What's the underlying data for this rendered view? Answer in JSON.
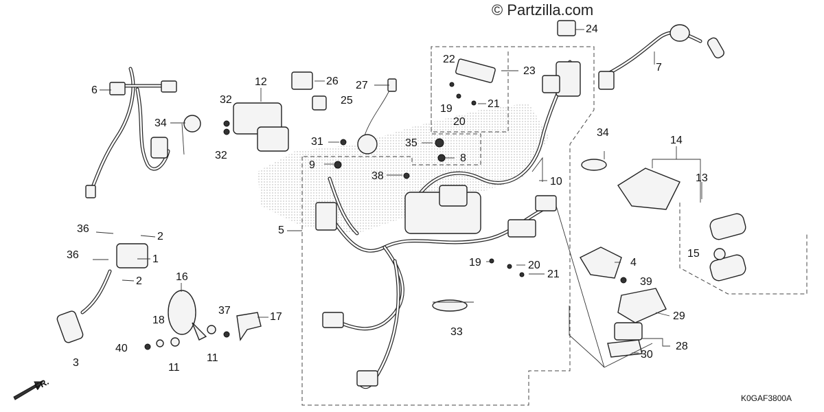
{
  "watermark": "© Partzilla.com",
  "diagram_code": "K0GAF3800A",
  "direction_label": "FR.",
  "callouts": {
    "c1": "1",
    "c2a": "2",
    "c2b": "2",
    "c3": "3",
    "c4": "4",
    "c5": "5",
    "c6": "6",
    "c7": "7",
    "c8": "8",
    "c9": "9",
    "c10": "10",
    "c11a": "11",
    "c11b": "11",
    "c12": "12",
    "c13": "13",
    "c14": "14",
    "c15": "15",
    "c16": "16",
    "c17": "17",
    "c18": "18",
    "c19a": "19",
    "c19b": "19",
    "c20a": "20",
    "c20b": "20",
    "c21a": "21",
    "c21b": "21",
    "c22": "22",
    "c23": "23",
    "c24": "24",
    "c25": "25",
    "c26": "26",
    "c27": "27",
    "c28": "28",
    "c29": "29",
    "c30": "30",
    "c31": "31",
    "c32a": "32",
    "c32b": "32",
    "c33": "33",
    "c34a": "34",
    "c34b": "34",
    "c35": "35",
    "c36a": "36",
    "c36b": "36",
    "c37": "37",
    "c38": "38",
    "c39": "39",
    "c40": "40"
  }
}
